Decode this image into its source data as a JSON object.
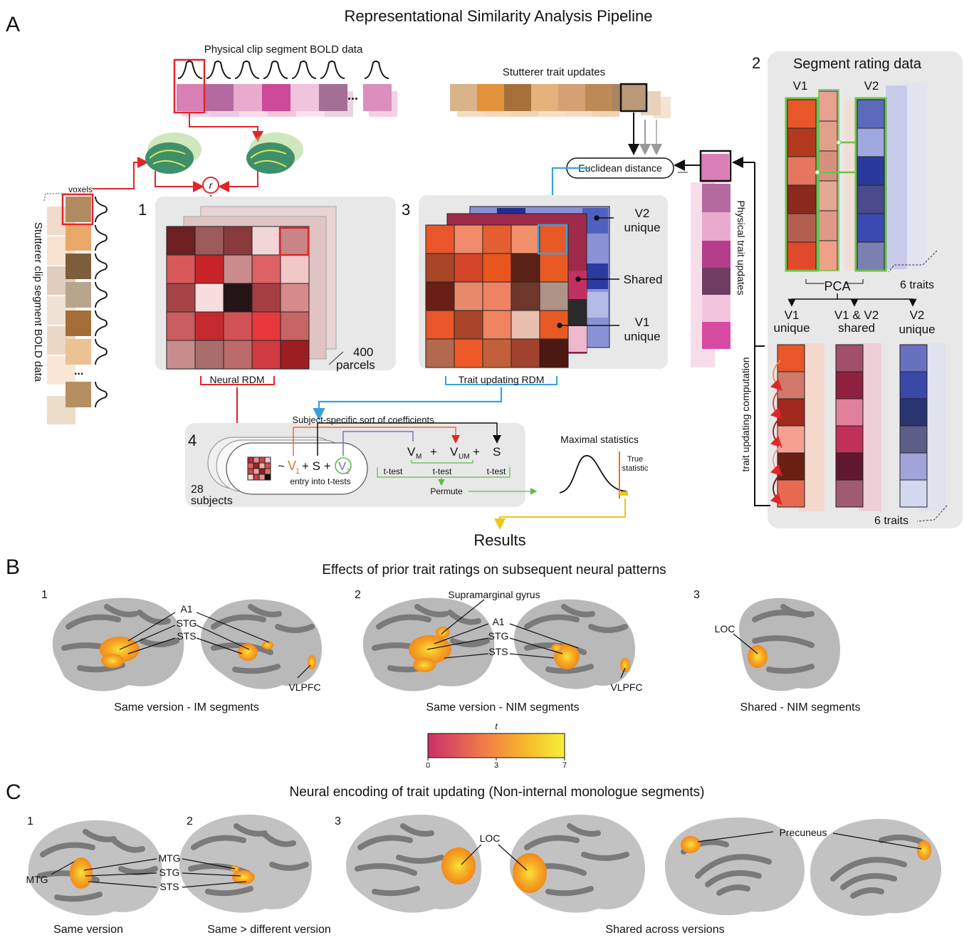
{
  "panel_a": {
    "letter": "A",
    "title": "Representational Similarity Analysis Pipeline",
    "physical_bold_label": "Physical clip segment BOLD data",
    "stutterer_trait_label": "Stutterer trait updates",
    "stutterer_bold_label": "Stutterer clip segment BOLD data",
    "voxels_label": "voxels",
    "r_label": "r",
    "euclidean_label": "Euclidean distance",
    "physical_trait_label": "Physical trait updates",
    "ellipsis": "...",
    "step1": "1",
    "step2": "2",
    "step3": "3",
    "step4": "4",
    "neural_rdm_label": "Neural RDM",
    "parcels_num": "400",
    "parcels_word": "parcels",
    "trait_rdm_label": "Trait updating RDM",
    "v2_line1": "V2",
    "v2_line2": "unique",
    "shared_label": "Shared",
    "v1_line1": "V1",
    "v1_line2": "unique",
    "segment_rating_label": "Segment rating data",
    "v1_col": "V1",
    "v2_col": "V2",
    "pca_label": "PCA",
    "six_traits_top": "6 traits",
    "six_traits_bottom": "6 traits",
    "comp_v1_line1": "V1",
    "comp_v1_line2": "unique",
    "comp_shared_line1": "V1 & V2",
    "comp_shared_line2": "shared",
    "comp_v2_line1": "V2",
    "comp_v2_line2": "unique",
    "trait_updating_computation": "trait updating computation",
    "subject_sort_label": "Subject-specific sort of coefficients",
    "model_tilde": "~",
    "model_v1": "V",
    "model_v1_sub": "1",
    "model_plus_s": "+ S +",
    "model_v2": "V",
    "model_v2_sub": "2",
    "entry_label": "entry into t-tests",
    "coef_vm": "V",
    "coef_vm_sub": "M",
    "coef_plus1": "+",
    "coef_vum": "V",
    "coef_vum_sub": "UM",
    "coef_plus2": "+",
    "coef_s": "S",
    "ttest_label": "t-test",
    "permute_label": "Permute",
    "subjects_num": "28",
    "subjects_word": "subjects",
    "maximal_stats_label": "Maximal statistics",
    "true_stat_line1": "True",
    "true_stat_line2": "statistic",
    "results_label": "Results"
  },
  "panel_b": {
    "letter": "B",
    "title": "Effects of prior trait ratings on subsequent neural patterns",
    "sub1": "1",
    "sub2": "2",
    "sub3": "3",
    "caption1": "Same version - IM segments",
    "caption2": "Same version - NIM segments",
    "caption3": "Shared - NIM segments",
    "label_a1": "A1",
    "label_stg": "STG",
    "label_sts": "STS",
    "label_vlpfc": "VLPFC",
    "label_smg": "Supramarginal gyrus",
    "label_loc": "LOC",
    "colorbar_title": "t",
    "colorbar_ticks": [
      "0",
      "3",
      "7"
    ]
  },
  "panel_c": {
    "letter": "C",
    "title": "Neural encoding of trait updating (Non-internal monologue segments)",
    "sub1": "1",
    "sub2": "2",
    "sub3": "3",
    "caption1": "Same version",
    "caption2": "Same > different version",
    "caption3": "Shared across versions",
    "label_mtg": "MTG",
    "label_stg": "STG",
    "label_sts": "STS",
    "label_loc": "LOC",
    "label_precuneus": "Precuneus"
  },
  "colors": {
    "red": "#e0262b",
    "blue": "#3aa0dc",
    "green": "#5fb84a",
    "orange": "#e8702a",
    "purple": "#7b6fc0",
    "yellow": "#f0c419",
    "panel_gray": "#e8e8e8",
    "brain_light": "#bdbdbd",
    "brain_dark": "#7a7a7a"
  }
}
